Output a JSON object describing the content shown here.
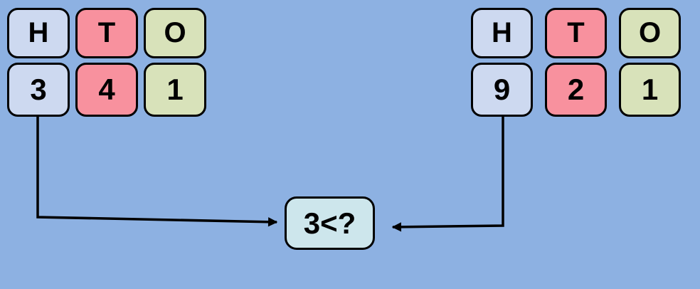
{
  "colors": {
    "background": "#8db1e2",
    "hundreds": "#cdd9f0",
    "tens": "#f8919e",
    "ones": "#d8e2ba",
    "compare-box": "#cde6ec",
    "stroke": "#000000"
  },
  "left_number": {
    "headers": [
      "H",
      "T",
      "O"
    ],
    "digits": [
      "3",
      "4",
      "1"
    ]
  },
  "right_number": {
    "headers": [
      "H",
      "T",
      "O"
    ],
    "digits": [
      "9",
      "2",
      "1"
    ]
  },
  "compare_box": {
    "label": "3<?"
  }
}
